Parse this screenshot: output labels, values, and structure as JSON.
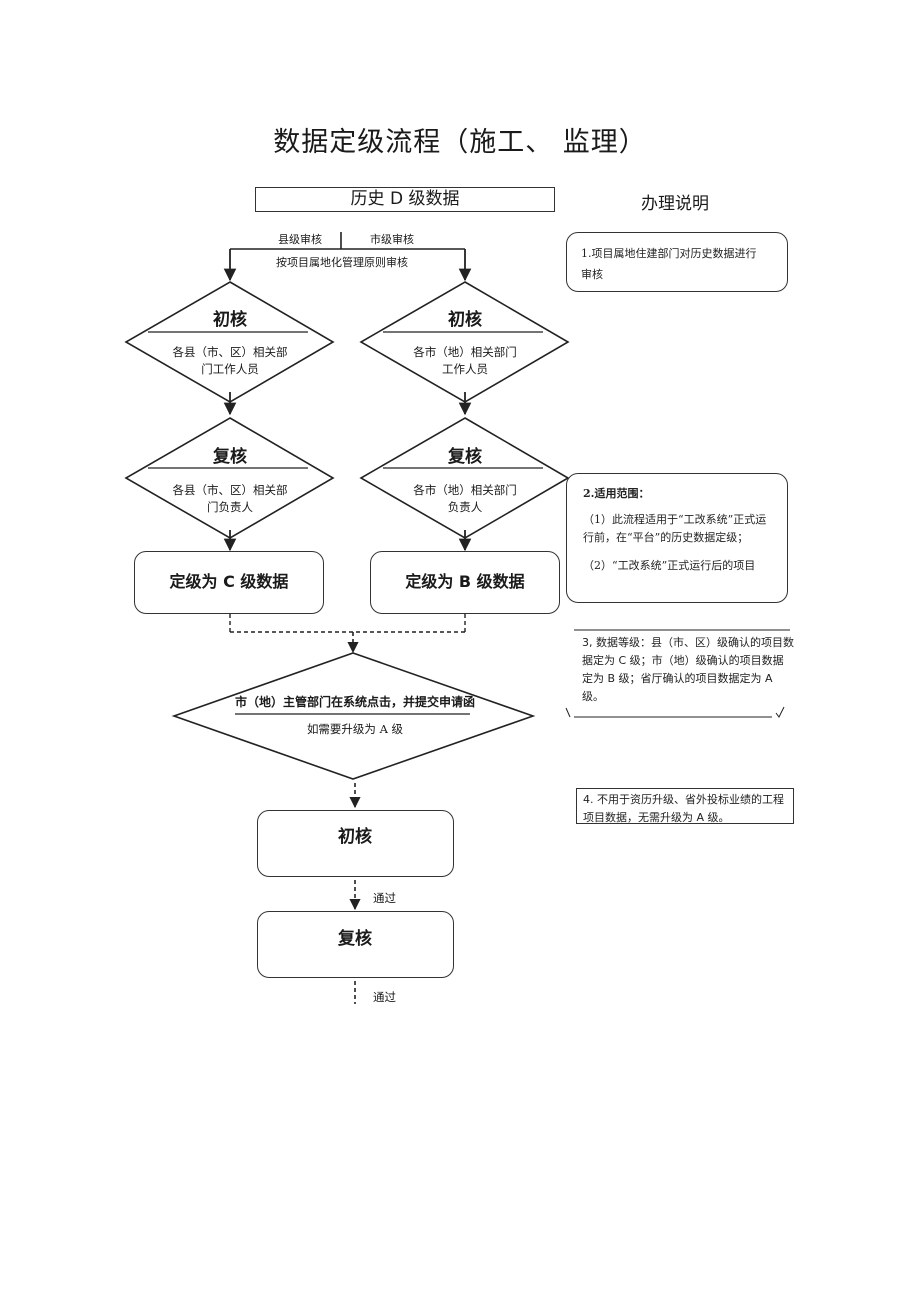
{
  "title": "数据定级流程（施工、  监理）",
  "header": {
    "source_label": "历史 D 级数据",
    "explain_label": "办理说明"
  },
  "branches": {
    "county_review": "县级审核",
    "city_review": "市级审核",
    "principle": "按项目属地化管理原则审核"
  },
  "county": {
    "initial_title": "初核",
    "initial_sub": "各县（市、区）相关部门工作人员",
    "second_title": "复核",
    "second_sub": "各县（市、区）相关部门负责人",
    "result": "定级为 C 级数据"
  },
  "city": {
    "initial_title": "初核",
    "initial_sub": "各市（地）相关部门工作人员",
    "second_title": "复核",
    "second_sub": "各市（地）相关部门负责人",
    "result": "定级为 B 级数据"
  },
  "upgrade": {
    "title": "市（地）主管部门在系统点击，并提交申请函",
    "sub": "如需要升级为 A 级",
    "initial_title": "初核",
    "second_title": "复核",
    "pass1": "通过",
    "pass2": "通过"
  },
  "notes": {
    "n1": "1.项目属地住建部门对历史数据进行",
    "n1_cut": "审核",
    "n2_title": "2.适用范围：",
    "n2_body": "（1）此流程适用于“工改系统”正式运行前，在“平台”的历史数据定级；",
    "n2_cut": "（2）“工改系统”正式运行后的项目",
    "n3": "3, 数据等级：县（市、区）级确认的项目数据定为 C 级；市（地）级确认的项目数据定为 B 级；省厅确认的项目数据定为 A 级。",
    "n4": "4. 不用于资历升级、省外投标业绩的工程项目数据，无需升级为 A 级。"
  }
}
